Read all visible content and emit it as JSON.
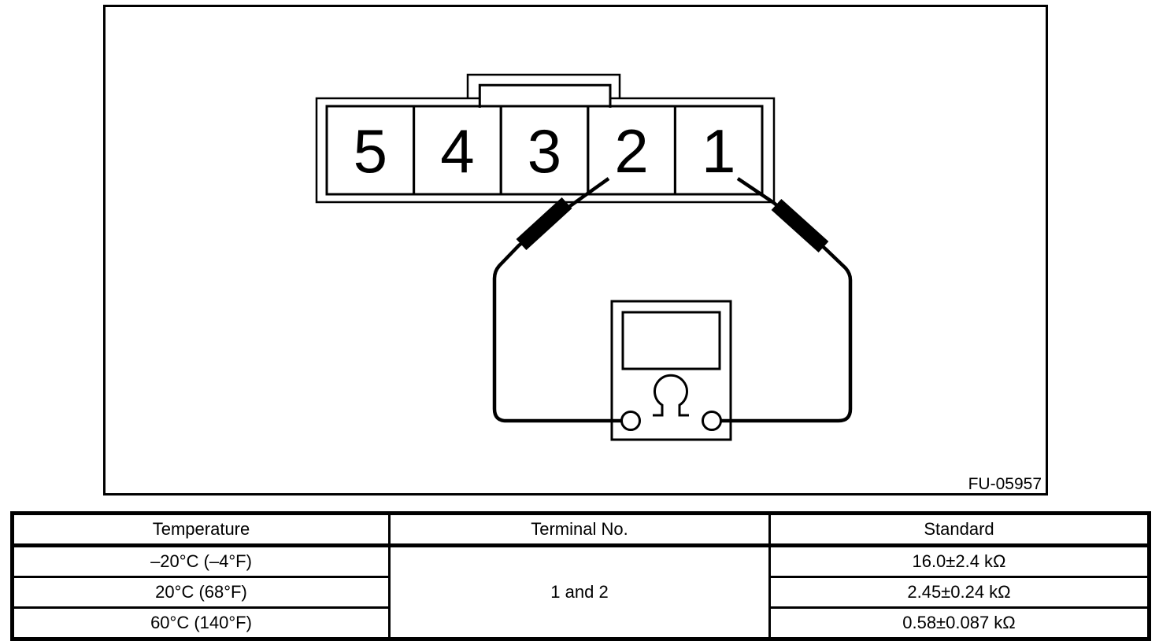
{
  "colors": {
    "ink": "#000000",
    "paper": "#ffffff"
  },
  "diagram": {
    "figure_label": "FU-05957",
    "connector": {
      "terminal_numbers": [
        "5",
        "4",
        "3",
        "2",
        "1"
      ]
    },
    "meter": {
      "symbol": "Ω",
      "symbol_name": "ohm-symbol"
    }
  },
  "table": {
    "headers": {
      "temperature": "Temperature",
      "terminal": "Terminal No.",
      "standard": "Standard"
    },
    "terminal_value": "1 and 2",
    "rows": [
      {
        "temperature": "–20°C (–4°F)",
        "standard": "16.0±2.4 kΩ"
      },
      {
        "temperature": "20°C (68°F)",
        "standard": "2.45±0.24 kΩ"
      },
      {
        "temperature": "60°C (140°F)",
        "standard": "0.58±0.087 kΩ"
      }
    ]
  }
}
